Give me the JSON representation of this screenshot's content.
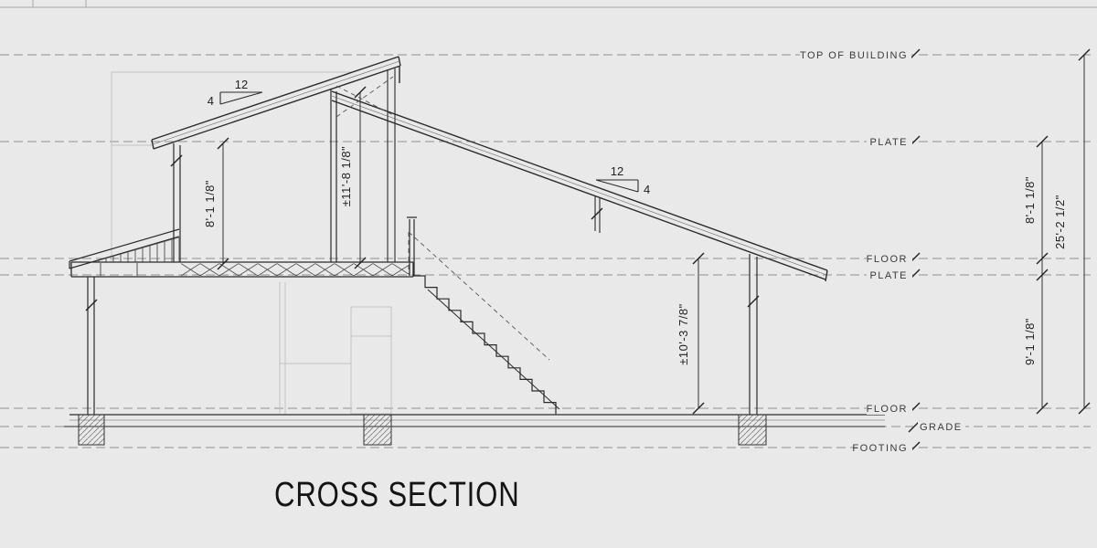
{
  "title": "CROSS SECTION",
  "colors": {
    "background": "#e9e9e9",
    "line": "#2b2b2b",
    "datum": "#8f8f8f",
    "light": "#c2c2c2"
  },
  "datums": [
    {
      "label": "TOP OF BUILDING"
    },
    {
      "label": "PLATE"
    },
    {
      "label": "FLOOR"
    },
    {
      "label": "PLATE"
    },
    {
      "label": "FLOOR"
    },
    {
      "label": "GRADE"
    },
    {
      "label": "FOOTING"
    }
  ],
  "dimensions": {
    "left_wall": "8'-1 1/8\"",
    "clerestory": "±11'-8 1/8\"",
    "floor_to_floor": "±10'-3 7/8\"",
    "right_upper": "8'-1 1/8\"",
    "right_lower": "9'-1 1/8\"",
    "overall": "25'-2 1/2\""
  },
  "pitch": {
    "run": "12",
    "rise": "4"
  }
}
